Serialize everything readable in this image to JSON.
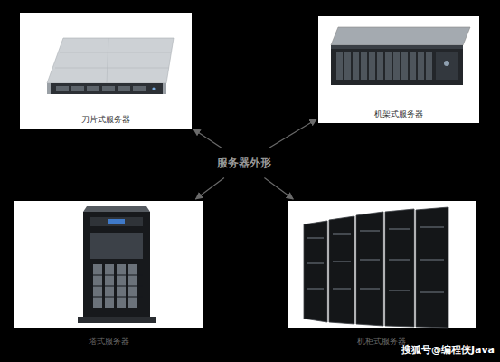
{
  "diagram": {
    "nodes": [
      {
        "text": [
          "刀片式服务器"
        ]
      },
      {
        "text": [
          "机架式服务器"
        ]
      },
      {
        "text": [
          "服务器外形"
        ]
      },
      {
        "text": [
          "塔式服务器"
        ]
      },
      {
        "text": [
          "机柜式服务器"
        ]
      }
    ],
    "edges": [
      {
        "from": 2,
        "to": 0,
        "arrow": "to"
      },
      {
        "from": 2,
        "to": 1,
        "arrow": "to"
      },
      {
        "from": 2,
        "to": 3,
        "arrow": "to"
      },
      {
        "from": 2,
        "to": 4,
        "arrow": "to"
      }
    ],
    "labels": [
      "搜狐号@编程侠Java"
    ]
  }
}
